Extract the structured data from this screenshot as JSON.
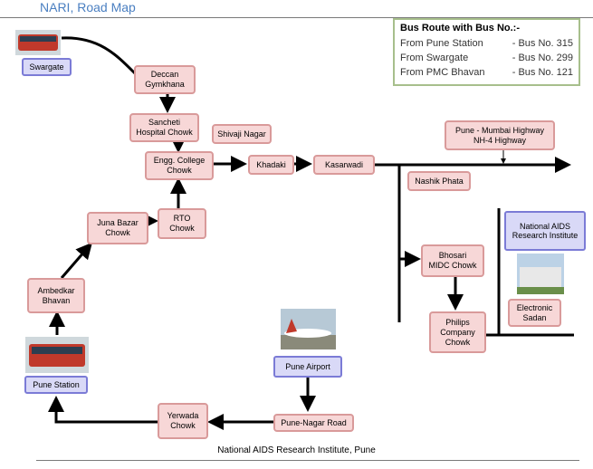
{
  "header": {
    "title": "NARI, Road Map"
  },
  "legend": {
    "title": "Bus Route with Bus No.:-",
    "rows": [
      {
        "from": "From Pune Station",
        "bus": "- Bus No. 315"
      },
      {
        "from": "From Swargate",
        "bus": "- Bus No. 299"
      },
      {
        "from": "From PMC Bhavan",
        "bus": "- Bus No. 121"
      }
    ]
  },
  "nodes": {
    "swargate": "Swargate",
    "deccan": "Deccan\nGymkhana",
    "sancheti": "Sancheti\nHospital Chowk",
    "shivaji": "Shivaji Nagar",
    "engg": "Engg. College\nChowk",
    "khadaki": "Khadaki",
    "kasarwadi": "Kasarwadi",
    "highway": "Pune - Mumbai Highway\nNH-4 Highway",
    "nashik": "Nashik Phata",
    "rto": "RTO\nChowk",
    "juna": "Juna Bazar\nChowk",
    "ambedkar": "Ambedkar\nBhavan",
    "punestation": "Pune Station",
    "airport": "Pune Airport",
    "punenagar": "Pune-Nagar Road",
    "yerwada": "Yerwada\nChowk",
    "bhosari": "Bhosari\nMIDC Chowk",
    "philips": "Philips\nCompany\nChowk",
    "nari": "National AIDS\nResearch Institute",
    "electronic": "Electronic\nSadan"
  },
  "footer": {
    "text": "National AIDS Research Institute, Pune"
  },
  "colors": {
    "node_fill": "#f7d7d7",
    "node_border": "#d99a9a",
    "bus_fill": "#d9d9f7",
    "bus_border": "#7b7bd6",
    "line": "#000000",
    "title": "#4a7fc1"
  }
}
